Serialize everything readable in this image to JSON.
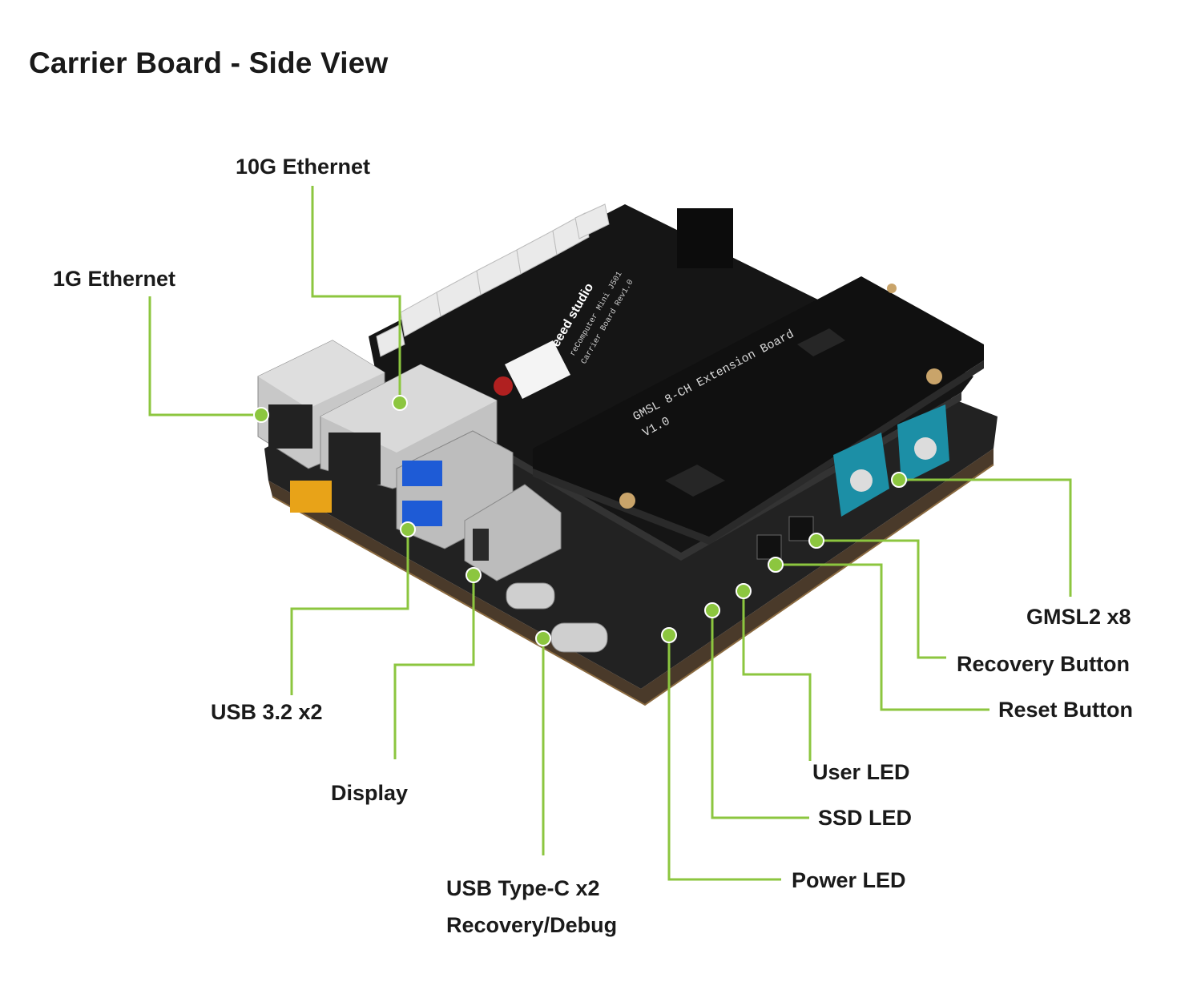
{
  "title": "Carrier Board - Side View",
  "accent_color": "#8cc63f",
  "board": {
    "brand_text": "seeed studio",
    "model_text": "reComputer Mini J501",
    "carrier_text": "Carrier Board Rev1.0",
    "extension_title": "GMSL 8-CH Extension Board",
    "extension_version": "V1.0"
  },
  "callouts": {
    "eth10g": "10G Ethernet",
    "eth1g": "1G Ethernet",
    "usb32": "USB 3.2 x2",
    "display": "Display",
    "typec_line1": "USB Type-C x2",
    "typec_line2": "Recovery/Debug",
    "gmsl": "GMSL2 x8",
    "recovery_btn": "Recovery Button",
    "reset_btn": "Reset Button",
    "user_led": "User LED",
    "ssd_led": "SSD LED",
    "power_led": "Power LED"
  }
}
